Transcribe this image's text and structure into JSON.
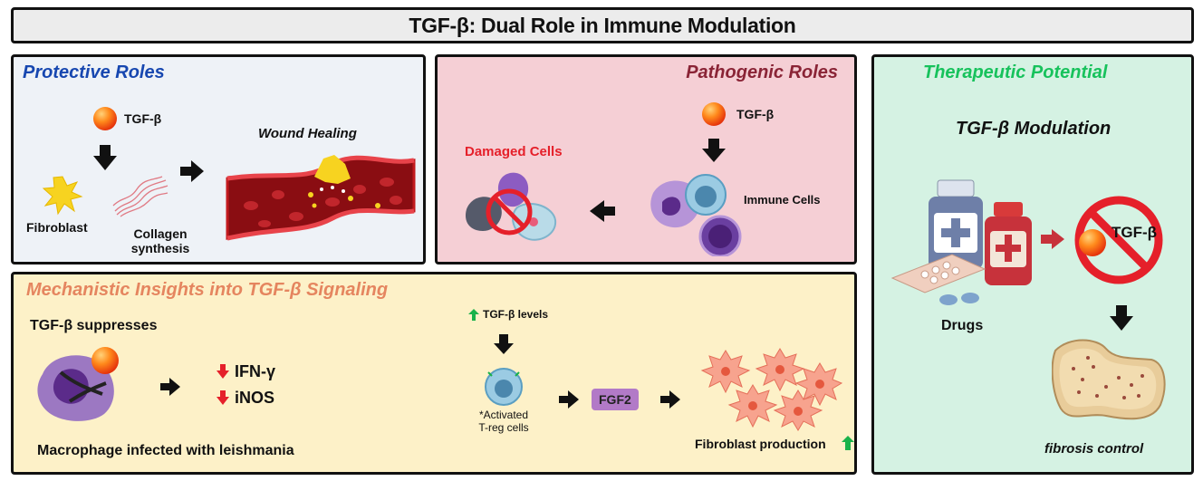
{
  "title": "TGF-β: Dual Role in Immune Modulation",
  "protective": {
    "title": "Protective Roles",
    "tgf_label": "TGF-β",
    "wound_label": "Wound Healing",
    "fibroblast_label": "Fibroblast",
    "collagen_label_1": "Collagen",
    "collagen_label_2": "synthesis"
  },
  "pathogenic": {
    "title": "Pathogenic Roles",
    "tgf_label": "TGF-β",
    "damaged_label": "Damaged Cells",
    "immune_label": "Immune Cells"
  },
  "therapeutic": {
    "title": "Therapeutic Potential",
    "subtitle": "TGF-β Modulation",
    "tgf_label": "TGF-β",
    "drugs_label": "Drugs",
    "fibrosis_label": "fibrosis control"
  },
  "mechanistic": {
    "title": "Mechanistic Insights into TGF-β Signaling",
    "suppresses_label": "TGF-β suppresses",
    "ifn_label": "IFN-γ",
    "inos_label": "iNOS",
    "macrophage_label": "Macrophage infected with leishmania",
    "levels_label": "TGF-β levels",
    "treg_label_1": "*Activated",
    "treg_label_2": "T-reg cells",
    "fgf_label": "FGF2",
    "fibroblast_prod_label": "Fibroblast production"
  },
  "colors": {
    "protective_title": "#1747b0",
    "pathogenic_title": "#8a2436",
    "therapeutic_title": "#17c25c",
    "mechanistic_title": "#e5855f",
    "damaged_text": "#e5202a",
    "down_arrow": "#e5202a",
    "up_arrow": "#19b24a"
  },
  "icons": [
    "tgf-beta-ball-icon",
    "black-arrow-icon",
    "fibroblast-icon",
    "collagen-icon",
    "blood-vessel-icon",
    "immune-cell-icon",
    "damaged-cell-icon",
    "prohibition-icon",
    "drug-bottle-icon",
    "pill-pack-icon",
    "fibrosis-tissue-icon",
    "macrophage-icon",
    "treg-cell-icon",
    "up-arrow-icon",
    "down-arrow-icon"
  ]
}
